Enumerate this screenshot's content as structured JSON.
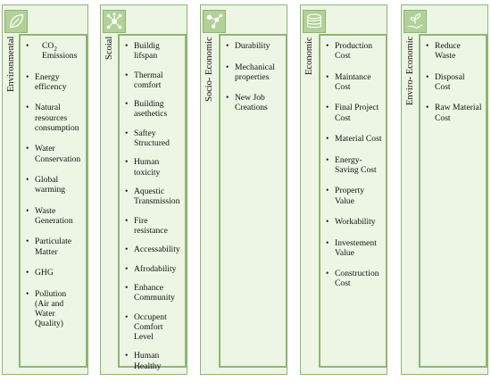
{
  "categories": [
    {
      "label": "Environmental",
      "icon": "leaf-icon",
      "items": [
        {
          "text": "CO",
          "sub": "2",
          "rest": " Emissions"
        },
        {
          "text": "Energy efficency"
        },
        {
          "text": "Natural resources consumption"
        },
        {
          "text": "Water Conservation"
        },
        {
          "text": "Global warming"
        },
        {
          "text": "Waste Generation"
        },
        {
          "text": "Particulate Matter"
        },
        {
          "text": "GHG"
        },
        {
          "text": "Pollution (Air and Water Quality)"
        }
      ]
    },
    {
      "label": "Scoial",
      "icon": "network-icon",
      "items": [
        {
          "text": "Buildig lifspan"
        },
        {
          "text": "Thermal comfort"
        },
        {
          "text": "Building asethetics"
        },
        {
          "text": "Saftey Structured"
        },
        {
          "text": "Human toxicity"
        },
        {
          "text": "Aquestic Transmission"
        },
        {
          "text": "Fire resistance"
        },
        {
          "text": "Accessability"
        },
        {
          "text": "Afrodability"
        },
        {
          "text": "Enhance Community"
        },
        {
          "text": "Occupent Comfort Level"
        },
        {
          "text": "Human Healthy"
        }
      ]
    },
    {
      "label": "Socio- Economic",
      "icon": "molecule-icon",
      "items": [
        {
          "text": "Durability"
        },
        {
          "text": "Mechanical properties"
        },
        {
          "text": "New Job Creations"
        }
      ]
    },
    {
      "label": "Economic",
      "icon": "coins-icon",
      "items": [
        {
          "text": "Production Cost"
        },
        {
          "text": "Maintance Cost"
        },
        {
          "text": "Final Project Cost"
        },
        {
          "text": " Material Cost"
        },
        {
          "text": " Energy-Saving Cost"
        },
        {
          "text": " Property Value"
        },
        {
          "text": "Workability"
        },
        {
          "text": "Investement Value"
        },
        {
          "text": "Construction Cost"
        }
      ]
    },
    {
      "label": "Enviro- Economic",
      "icon": "hand-plant-icon",
      "items": [
        {
          "text": "Reduce  Waste"
        },
        {
          "text": "Disposal Cost"
        },
        {
          "text": "Raw Material Cost"
        }
      ]
    }
  ],
  "colors": {
    "panel_fill": "#edf5e4",
    "border": "#8fb574",
    "icon_fill": "#b2d199"
  }
}
